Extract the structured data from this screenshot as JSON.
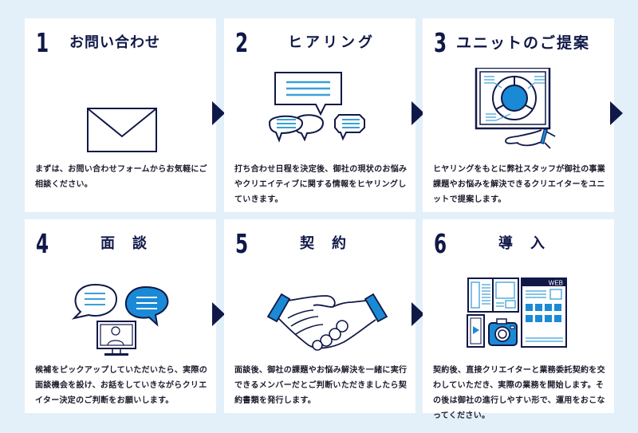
{
  "colors": {
    "navy": "#101848",
    "accent": "#1a8ad6",
    "light_blue": "#3aa0d8",
    "background": "#e3f0fa",
    "card": "#ffffff"
  },
  "steps": [
    {
      "number": "1",
      "title": "お問い合わせ",
      "icon": "envelope-icon",
      "description": "まずは、お問い合わせフォームからお気軽にご相談ください。"
    },
    {
      "number": "2",
      "title": "ヒアリング",
      "icon": "speech-bubbles-icon",
      "description": "打ち合わせ日程を決定後、御社の現状のお悩みやクリエイティブに関する情報をヒヤリングしていきます。"
    },
    {
      "number": "3",
      "title": "ユニットのご提案",
      "icon": "proposal-chart-icon",
      "description": "ヒヤリングをもとに弊社スタッフが御社の事業課題やお悩みを解決できるクリエイターをユニットで提案します。"
    },
    {
      "number": "4",
      "title": "面談",
      "icon": "video-interview-icon",
      "description": "候補をピックアップしていただいたら、実際の面談機会を設け、お話をしていきながらクリエイター決定のご判断をお願いします。"
    },
    {
      "number": "5",
      "title": "契約",
      "icon": "handshake-icon",
      "description": "面談後、御社の課題やお悩み解決を一緒に実行できるメンバーだとご判断いただきましたら契約書類を発行します。"
    },
    {
      "number": "6",
      "title": "導入",
      "icon": "media-web-icon",
      "web_label": "WEB",
      "description": "契約後、直接クリエイターと業務委託契約を交わしていただき、実際の業務を開始します。その後は御社の進行しやすい形で、運用をおこなってください。"
    }
  ]
}
